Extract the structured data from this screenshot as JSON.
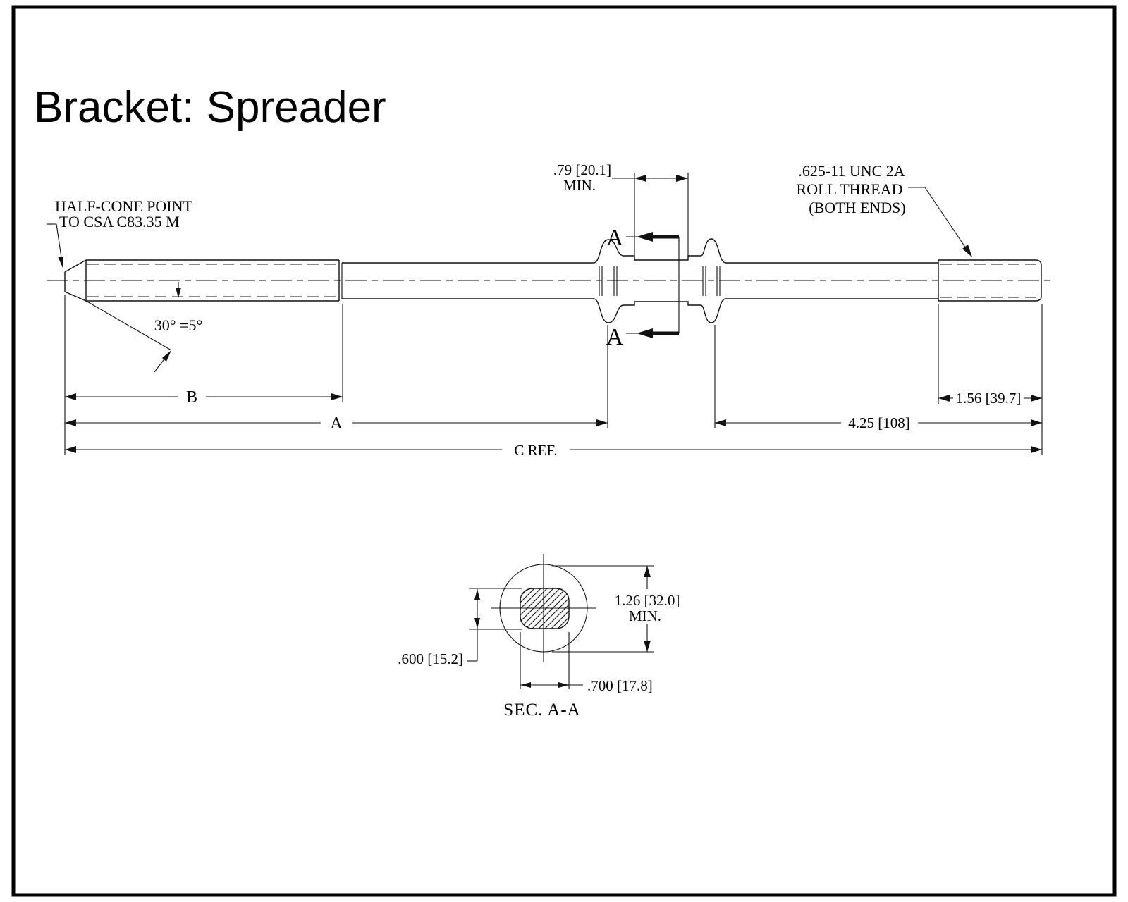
{
  "title": "Bracket: Spreader",
  "main_view": {
    "half_cone_note_line1": "HALF-CONE POINT",
    "half_cone_note_line2": "TO  CSA  C83.35 M",
    "cone_angle": "30° =5°",
    "groove_width_line1": ".79 [20.1]",
    "groove_width_line2": "MIN.",
    "thread_note_line1": ".625-11 UNC  2A",
    "thread_note_line2": "ROLL  THREAD",
    "thread_note_line3": "(BOTH ENDS)",
    "section_letter": "A",
    "dim_b_label": "B",
    "dim_a_label": "A",
    "dim_c_label": "C REF.",
    "dim_right_thread_length": "1.56 [39.7]",
    "dim_right_end_length": "4.25 [108]"
  },
  "section_view": {
    "outer_dia_line1": "1.26 [32.0]",
    "outer_dia_line2": "MIN.",
    "flat_height": ".600 [15.2]",
    "flat_width": ".700 [17.8]",
    "label": "SEC. A-A"
  }
}
